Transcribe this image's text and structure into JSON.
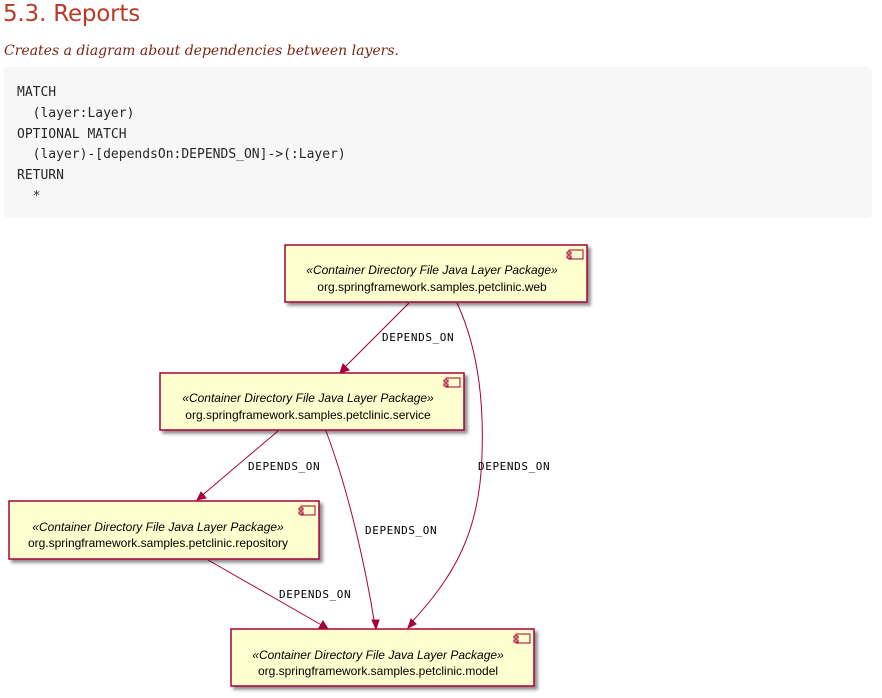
{
  "section": {
    "title": "5.3. Reports",
    "description": "Creates a diagram about dependencies between layers."
  },
  "code": {
    "lines": [
      "MATCH",
      "  (layer:Layer)",
      "OPTIONAL MATCH",
      "  (layer)-[dependsOn:DEPENDS_ON]->(:Layer)",
      "RETURN",
      "  *"
    ]
  },
  "diagram": {
    "nodes": [
      {
        "id": "web",
        "stereotype": "«Container Directory File Java Layer Package»",
        "name": "org.springframework.samples.petclinic.web"
      },
      {
        "id": "service",
        "stereotype": "«Container Directory File Java Layer Package»",
        "name": "org.springframework.samples.petclinic.service"
      },
      {
        "id": "repository",
        "stereotype": "«Container Directory File Java Layer Package»",
        "name": "org.springframework.samples.petclinic.repository"
      },
      {
        "id": "model",
        "stereotype": "«Container Directory File Java Layer Package»",
        "name": "org.springframework.samples.petclinic.model"
      }
    ],
    "edges": [
      {
        "from": "web",
        "to": "service",
        "label": "DEPENDS_ON"
      },
      {
        "from": "web",
        "to": "model",
        "label": "DEPENDS_ON"
      },
      {
        "from": "service",
        "to": "repository",
        "label": "DEPENDS_ON"
      },
      {
        "from": "service",
        "to": "model",
        "label": "DEPENDS_ON"
      },
      {
        "from": "repository",
        "to": "model",
        "label": "DEPENDS_ON"
      }
    ],
    "colors": {
      "node_fill": "#fefece",
      "node_border": "#a80036",
      "edge": "#a80036"
    },
    "icon": "component-icon"
  }
}
